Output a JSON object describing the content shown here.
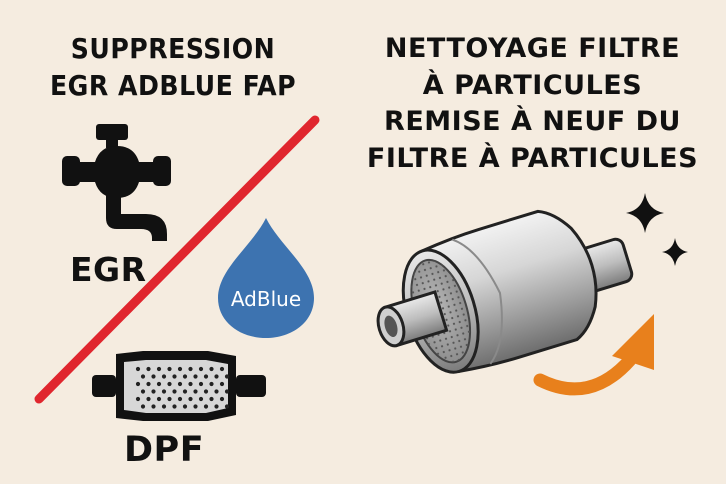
{
  "left_panel": {
    "title_lines": [
      "SUPPRESSION",
      "EGR ADBLUE FAP"
    ],
    "egr_label": "EGR",
    "adblue_label": "AdBlue",
    "dpf_label": "DPF",
    "icons": [
      "egr-valve-icon",
      "adblue-drop-icon",
      "dpf-filter-icon",
      "strike-line"
    ]
  },
  "right_panel": {
    "title_lines": [
      "NETTOYAGE FILTRE",
      "À PARTICULES",
      "REMISE À NEUF DU",
      "FILTRE À PARTICULES"
    ],
    "icons": [
      "particulate-filter-icon",
      "refresh-arrow-icon",
      "sparkle-icon"
    ]
  },
  "colors": {
    "background": "#f5ece0",
    "strike": "#e0262e",
    "adblue": "#3d73b0",
    "arrow": "#e8801c",
    "text": "#111111"
  }
}
